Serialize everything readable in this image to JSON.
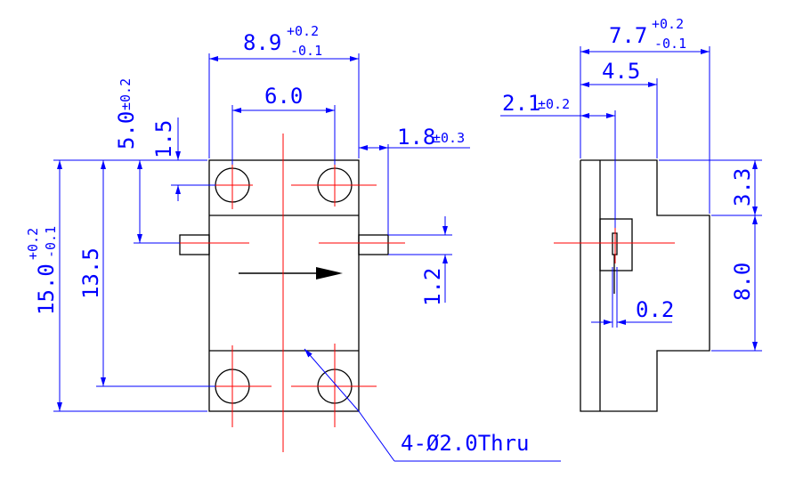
{
  "drawing": {
    "front_view": {
      "width_label": "8.9",
      "width_tol_plus": "+0.2",
      "width_tol_minus": "-0.1",
      "hole_spacing_label": "6.0",
      "hole_offset_label": "1.5",
      "pin_offset_label": "5.0",
      "pin_offset_tol": "±0.2",
      "pin_length_label": "1.8",
      "pin_length_tol": "±0.3",
      "height_label": "15.0",
      "height_tol_plus": "+0.2",
      "height_tol_minus": "-0.1",
      "inner_height_label": "13.5",
      "pin_width_label": "1.2",
      "hole_callout": "4-Ø2.0Thru"
    },
    "side_view": {
      "depth_label": "7.7",
      "depth_tol_plus": "+0.2",
      "depth_tol_minus": "-0.1",
      "step_label": "4.5",
      "pin_pos_label": "2.1",
      "pin_pos_tol": "±0.2",
      "upper_step_label": "3.3",
      "middle_label": "8.0",
      "thickness_label": "0.2"
    },
    "colors": {
      "object_line": "#000000",
      "dimension_line": "#0000ff",
      "center_line": "#ff0000",
      "background": "#ffffff"
    }
  }
}
